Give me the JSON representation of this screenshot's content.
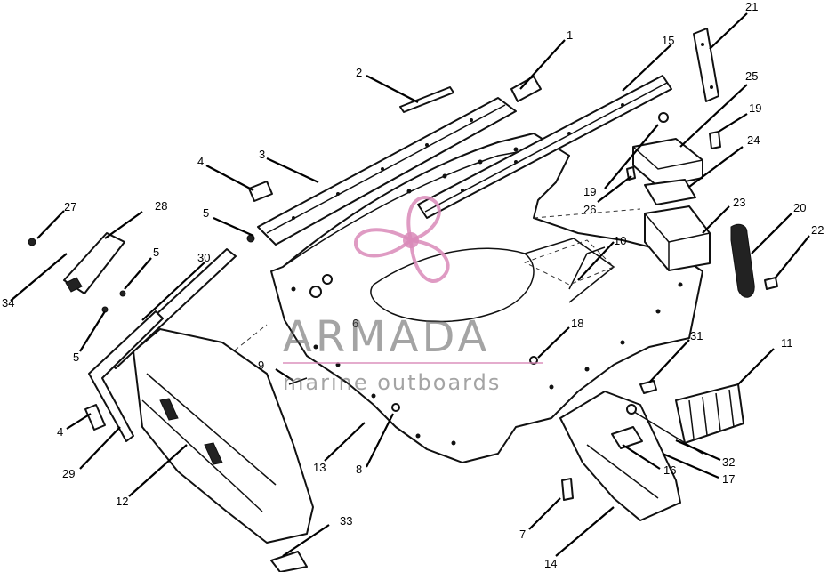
{
  "callouts": [
    {
      "id": "1",
      "label": "1"
    },
    {
      "id": "2",
      "label": "2"
    },
    {
      "id": "3",
      "label": "3"
    },
    {
      "id": "4a",
      "label": "4"
    },
    {
      "id": "4b",
      "label": "4"
    },
    {
      "id": "5a",
      "label": "5"
    },
    {
      "id": "5b",
      "label": "5"
    },
    {
      "id": "5c",
      "label": "5"
    },
    {
      "id": "6",
      "label": "6"
    },
    {
      "id": "7",
      "label": "7"
    },
    {
      "id": "8",
      "label": "8"
    },
    {
      "id": "9",
      "label": "9"
    },
    {
      "id": "10",
      "label": "10"
    },
    {
      "id": "11",
      "label": "11"
    },
    {
      "id": "12",
      "label": "12"
    },
    {
      "id": "13",
      "label": "13"
    },
    {
      "id": "14",
      "label": "14"
    },
    {
      "id": "15",
      "label": "15"
    },
    {
      "id": "16",
      "label": "16"
    },
    {
      "id": "17",
      "label": "17"
    },
    {
      "id": "18",
      "label": "18"
    },
    {
      "id": "19a",
      "label": "19"
    },
    {
      "id": "19b",
      "label": "19"
    },
    {
      "id": "20",
      "label": "20"
    },
    {
      "id": "21",
      "label": "21"
    },
    {
      "id": "22",
      "label": "22"
    },
    {
      "id": "23",
      "label": "23"
    },
    {
      "id": "24",
      "label": "24"
    },
    {
      "id": "25",
      "label": "25"
    },
    {
      "id": "26",
      "label": "26"
    },
    {
      "id": "27",
      "label": "27"
    },
    {
      "id": "28",
      "label": "28"
    },
    {
      "id": "29",
      "label": "29"
    },
    {
      "id": "30",
      "label": "30"
    },
    {
      "id": "31",
      "label": "31"
    },
    {
      "id": "32",
      "label": "32"
    },
    {
      "id": "33",
      "label": "33"
    },
    {
      "id": "34",
      "label": "34"
    }
  ],
  "watermark": {
    "brand": "ARMADA",
    "tagline": "marine outboards",
    "logo_icon": "propeller-logo-icon",
    "logo_color": "#d98ab8"
  }
}
